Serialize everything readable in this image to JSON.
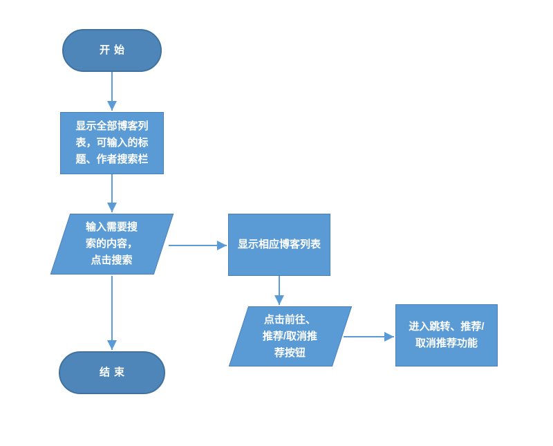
{
  "canvas": {
    "background": "#FFFFFF"
  },
  "colors": {
    "terminal_fill": "#4E86BA",
    "terminal_border": "#41719C",
    "process_fill": "#5B9BD5",
    "process_border": "#4A7EBB",
    "arrow": "#5B9BD5",
    "text": "#FFFFFF"
  },
  "nodes": {
    "start": {
      "type": "terminator",
      "label": "开始"
    },
    "show_all_blogs": {
      "type": "process",
      "label": "显示全部博客列\n表，可输入的标\n题、作者搜索栏"
    },
    "input_search": {
      "type": "io",
      "label": "输入需要搜\n索的内容，\n点击搜索"
    },
    "show_matching_blogs": {
      "type": "process",
      "label": "显示相应博客列表"
    },
    "click_buttons": {
      "type": "io",
      "label": "点击前往、\n推荐/取消推\n荐按钮"
    },
    "enter_functions": {
      "type": "process",
      "label": "进入跳转、推荐/\n取消推荐功能"
    },
    "end": {
      "type": "terminator",
      "label": "结束"
    }
  },
  "edges": [
    {
      "from": "start",
      "to": "show_all_blogs"
    },
    {
      "from": "show_all_blogs",
      "to": "input_search"
    },
    {
      "from": "input_search",
      "to": "show_matching_blogs"
    },
    {
      "from": "input_search",
      "to": "end"
    },
    {
      "from": "show_matching_blogs",
      "to": "click_buttons"
    },
    {
      "from": "click_buttons",
      "to": "enter_functions"
    }
  ]
}
